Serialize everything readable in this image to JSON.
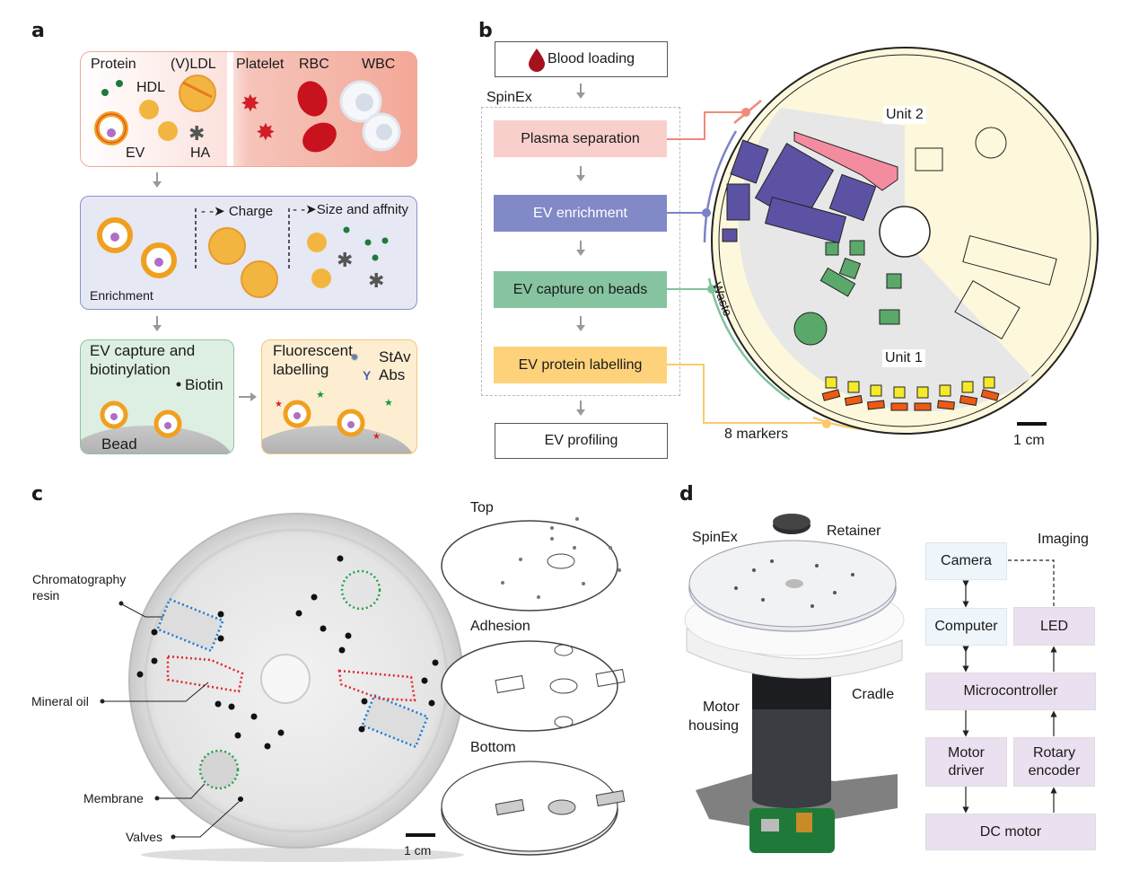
{
  "panels": {
    "a": {
      "letter": "a",
      "blood": {
        "protein": "Protein",
        "vldl": "(V)LDL",
        "hdl": "HDL",
        "ev": "EV",
        "ha": "HA",
        "platelet": "Platelet",
        "rbc": "RBC",
        "wbc": "WBC"
      },
      "enrichment": {
        "charge": "Charge",
        "size_affinity": "Size and affnity",
        "title": "Enrichment"
      },
      "capture": {
        "title_line1": "EV capture and",
        "title_line2": "biotinylation",
        "biotin": "Biotin",
        "bead": "Bead"
      },
      "labelling": {
        "title_line1": "Fluorescent",
        "title_line2": "labelling",
        "stav": "StAv",
        "abs": "Abs"
      }
    },
    "b": {
      "letter": "b",
      "blood_loading": "Blood loading",
      "spinex": "SpinEx",
      "steps": [
        {
          "label": "Plasma separation",
          "color": "#f9cfcc",
          "line": "#f08a7a"
        },
        {
          "label": "EV enrichment",
          "color": "#8189c7",
          "line": "#7b83c6"
        },
        {
          "label": "EV capture on beads",
          "color": "#86c4a1",
          "line": "#7fc29d"
        },
        {
          "label": "EV protein labelling",
          "color": "#fed27a",
          "line": "#fbc96a"
        }
      ],
      "ev_profiling": "EV profiling",
      "disc": {
        "unit2": "Unit 2",
        "unit1": "Unit 1",
        "waste": "Waste",
        "markers": "8 markers",
        "scale": "1 cm"
      }
    },
    "c": {
      "letter": "c",
      "callouts": {
        "resin_line1": "Chromatography",
        "resin_line2": "resin",
        "oil": "Mineral oil",
        "membrane": "Membrane",
        "valves": "Valves"
      },
      "scale": "1 cm",
      "layers": [
        "Top",
        "Adhesion",
        "Bottom"
      ]
    },
    "d": {
      "letter": "d",
      "device": {
        "spinex": "SpinEx",
        "retainer": "Retainer",
        "cradle": "Cradle",
        "motor_line1": "Motor",
        "motor_line2": "housing"
      },
      "block": {
        "imaging": "Imaging",
        "camera": "Camera",
        "computer": "Computer",
        "led": "LED",
        "microcontroller": "Microcontroller",
        "motor_driver_1": "Motor",
        "motor_driver_2": "driver",
        "rotary_1": "Rotary",
        "rotary_2": "encoder",
        "dc_motor": "DC motor"
      }
    }
  }
}
